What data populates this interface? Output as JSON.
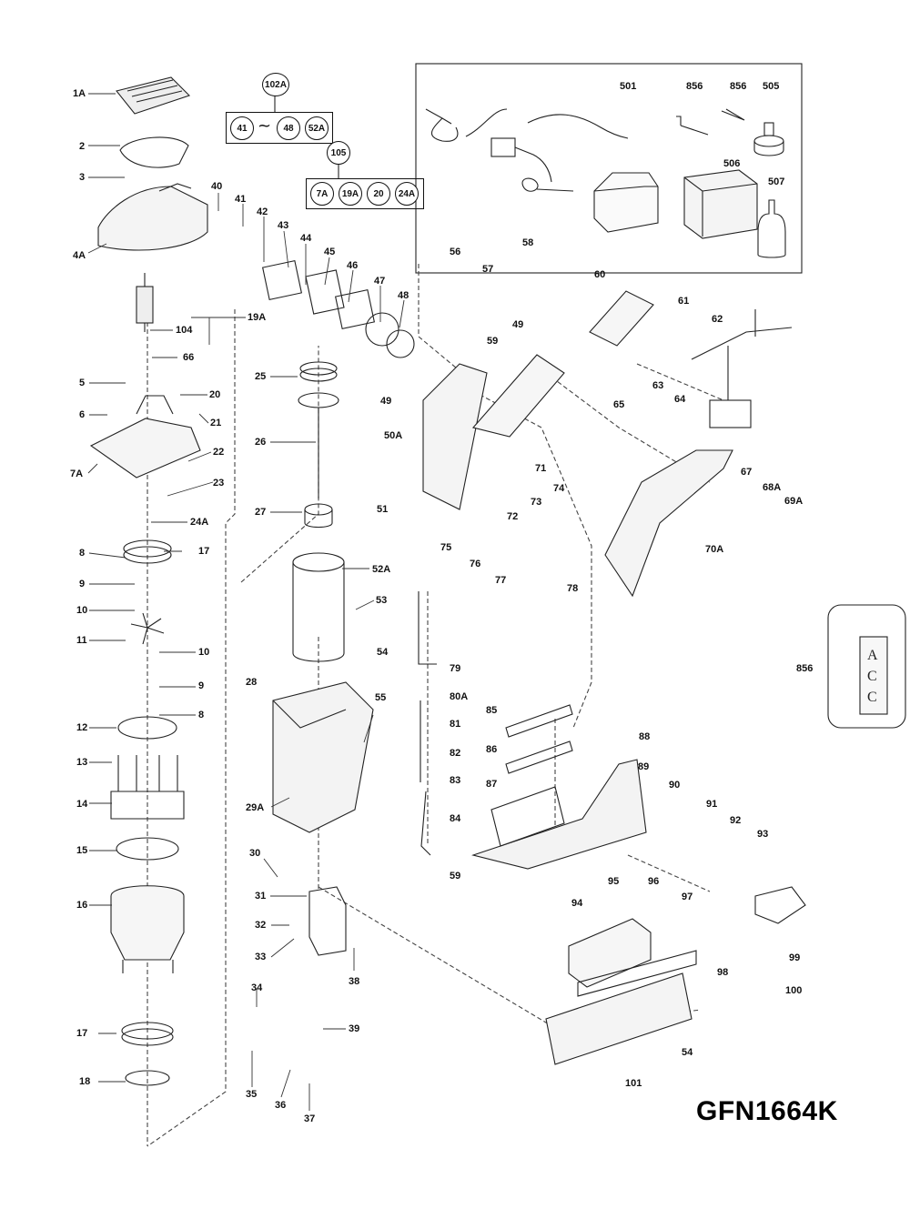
{
  "model": "GFN1664K",
  "kits": {
    "kit_102a": {
      "title": "102A",
      "parts": [
        "41",
        "48",
        "52A"
      ],
      "range_symbol": "~"
    },
    "kit_105": {
      "title": "105",
      "parts": [
        "7A",
        "19A",
        "20",
        "24A"
      ]
    }
  },
  "acc_label": "ACC",
  "acc_letters": [
    "A",
    "C",
    "C"
  ],
  "callouts": {
    "p1a": "1A",
    "p2": "2",
    "p3": "3",
    "p4a": "4A",
    "p40": "40",
    "p41": "41",
    "p42": "42",
    "p43": "43",
    "p44": "44",
    "p45": "45",
    "p46": "46",
    "p47": "47",
    "p48": "48",
    "p19a": "19A",
    "p104": "104",
    "p66": "66",
    "p5": "5",
    "p20": "20",
    "p6": "6",
    "p21": "21",
    "p22": "22",
    "p7a": "7A",
    "p23": "23",
    "p24a": "24A",
    "p8a": "8",
    "p9a": "9",
    "p10a": "10",
    "p11": "11",
    "p10b": "10",
    "p9b": "9",
    "p8b": "8",
    "p12": "12",
    "p13": "13",
    "p14": "14",
    "p15": "15",
    "p16": "16",
    "p17a": "17",
    "p17b": "17",
    "p18": "18",
    "p25": "25",
    "p26": "26",
    "p27": "27",
    "p52a": "52A",
    "p53": "53",
    "p28": "28",
    "p55": "55",
    "p29a": "29A",
    "p30": "30",
    "p31": "31",
    "p32": "32",
    "p33": "33",
    "p38": "38",
    "p34": "34",
    "p39": "39",
    "p35": "35",
    "p36": "36",
    "p37": "37",
    "p56": "56",
    "p57": "57",
    "p58": "58",
    "p60": "60",
    "p49a": "49",
    "p59a": "59",
    "p49b": "49",
    "p50a": "50A",
    "p71": "71",
    "p51": "51",
    "p75": "75",
    "p74": "74",
    "p73": "73",
    "p72": "72",
    "p78": "78",
    "p76": "76",
    "p77": "77",
    "p54a": "54",
    "p79": "79",
    "p80a": "80A",
    "p81": "81",
    "p82": "82",
    "p83": "83",
    "p84": "84",
    "p59b": "59",
    "p85": "85",
    "p86": "86",
    "p87": "87",
    "p88": "88",
    "p89": "89",
    "p90": "90",
    "p94": "94",
    "p95": "95",
    "p96": "96",
    "p97": "97",
    "p91": "91",
    "p92": "92",
    "p93": "93",
    "p99": "99",
    "p98": "98",
    "p100": "100",
    "p101": "101",
    "p54b": "54",
    "p61": "61",
    "p62": "62",
    "p63": "63",
    "p64": "64",
    "p65": "65",
    "p67": "67",
    "p68a": "68A",
    "p69a": "69A",
    "p70a": "70A",
    "p501": "501",
    "p856a": "856",
    "p856b": "856",
    "p505": "505",
    "p506": "506",
    "p507": "507",
    "p856c": "856"
  }
}
